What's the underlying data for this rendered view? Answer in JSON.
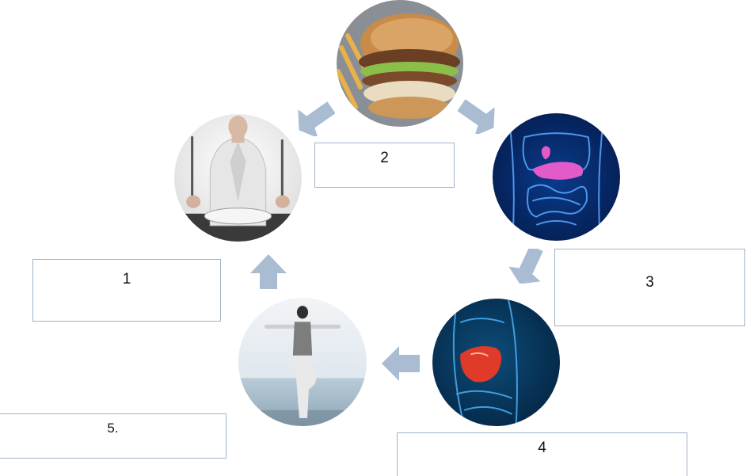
{
  "steps": [
    {
      "label": "1",
      "image": "person-with-empty-plate-icon"
    },
    {
      "label": "2",
      "image": "burger-with-fries-icon"
    },
    {
      "label": "3",
      "image": "pancreas-anatomy-icon"
    },
    {
      "label": "4",
      "image": "liver-anatomy-icon"
    },
    {
      "label": "5.",
      "image": "person-yoga-on-beach-icon"
    }
  ],
  "colors": {
    "arrow": "#a9bcd2",
    "box_border": "#9fb3c8",
    "anatomy_background": "#041a4a",
    "pancreas": "#e25bc8",
    "liver": "#e03a2a"
  }
}
